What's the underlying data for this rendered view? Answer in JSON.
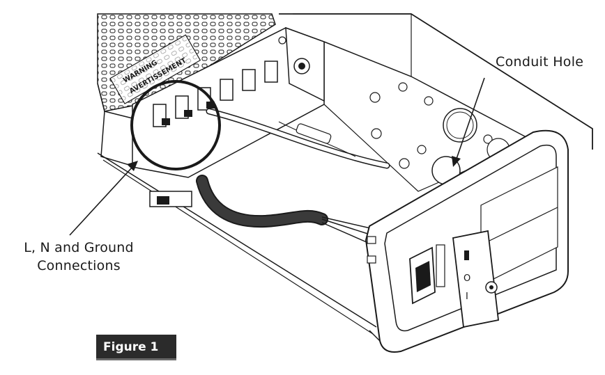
{
  "callouts": {
    "conduit_hole": "Conduit Hole",
    "connections_line1": "L, N and Ground",
    "connections_line2": "Connections"
  },
  "housing_label": {
    "title_1": "WARNING",
    "title_2": "AVERTISSEMENT"
  },
  "figure_badge": {
    "label": "Figure 1",
    "color": "#2b2b2b"
  },
  "switch": {
    "on_symbol": "I",
    "off_symbol": "O"
  },
  "colors": {
    "line": "#1a1a1a",
    "cable": "#3a3a3a",
    "background": "#ffffff"
  }
}
